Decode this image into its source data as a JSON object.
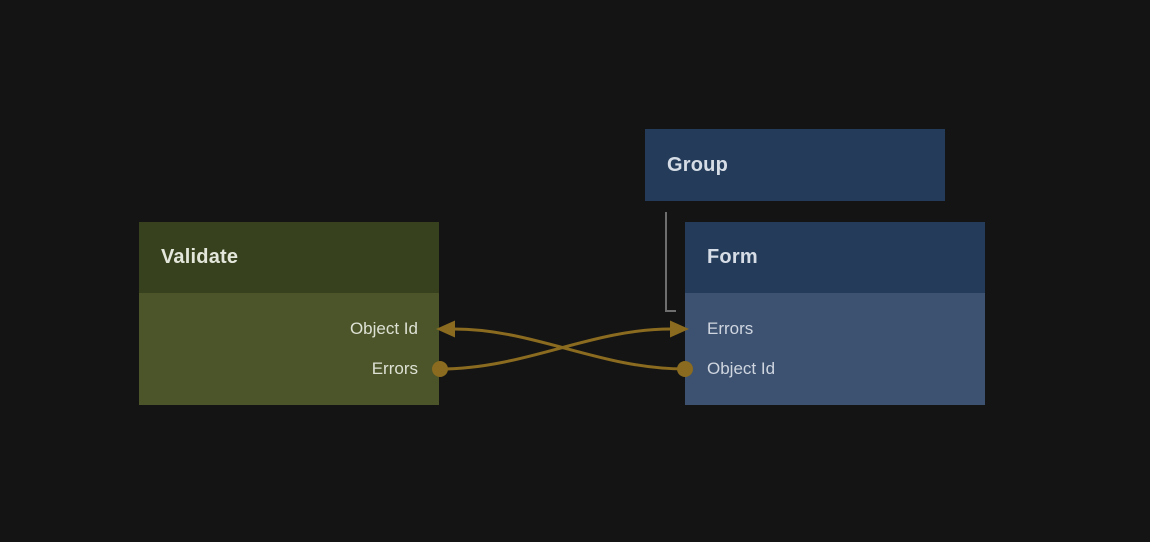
{
  "canvas": {
    "background_color": "#141414"
  },
  "nodes": {
    "validate": {
      "title": "Validate",
      "header_color": "#37411e",
      "body_color": "#4b5529",
      "fields": [
        {
          "label": "Object Id",
          "port_type": "input-arrow"
        },
        {
          "label": "Errors",
          "port_type": "output-dot"
        }
      ]
    },
    "group": {
      "title": "Group",
      "header_color": "#243c59"
    },
    "form": {
      "title": "Form",
      "header_color": "#243c59",
      "body_color": "#3d5170",
      "fields": [
        {
          "label": "Errors",
          "port_type": "input-arrow"
        },
        {
          "label": "Object Id",
          "port_type": "output-dot"
        }
      ]
    }
  },
  "connections": {
    "edge_color": "#8a6b1f",
    "edges": [
      {
        "from": "Validate.Errors",
        "to": "Form.Errors"
      },
      {
        "from": "Form.Object Id",
        "to": "Validate.Object Id"
      }
    ],
    "group_link": {
      "from": "Group",
      "to": "Form",
      "color": "#6e6e6e"
    }
  }
}
